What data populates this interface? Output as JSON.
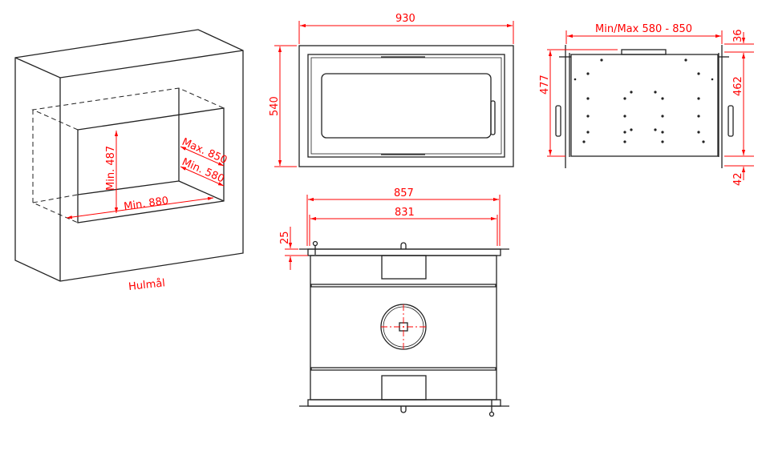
{
  "recess_view": {
    "caption": "Hulmål",
    "height_label": "Min. 487",
    "width_label": "Min. 880",
    "depth_max_label": "Max. 850",
    "depth_min_label": "Min. 580"
  },
  "front_view": {
    "width_label": "930",
    "height_label": "540"
  },
  "side_view": {
    "depth_label": "Min/Max 580 - 850",
    "height_label": "477",
    "top_offset_label": "36",
    "body_height_label": "462",
    "bottom_offset_label": "42"
  },
  "top_view": {
    "outer_width_label": "857",
    "inner_width_label": "831",
    "flange_label": "25"
  },
  "colors": {
    "dimension": "#ff0000",
    "line": "#222222"
  }
}
